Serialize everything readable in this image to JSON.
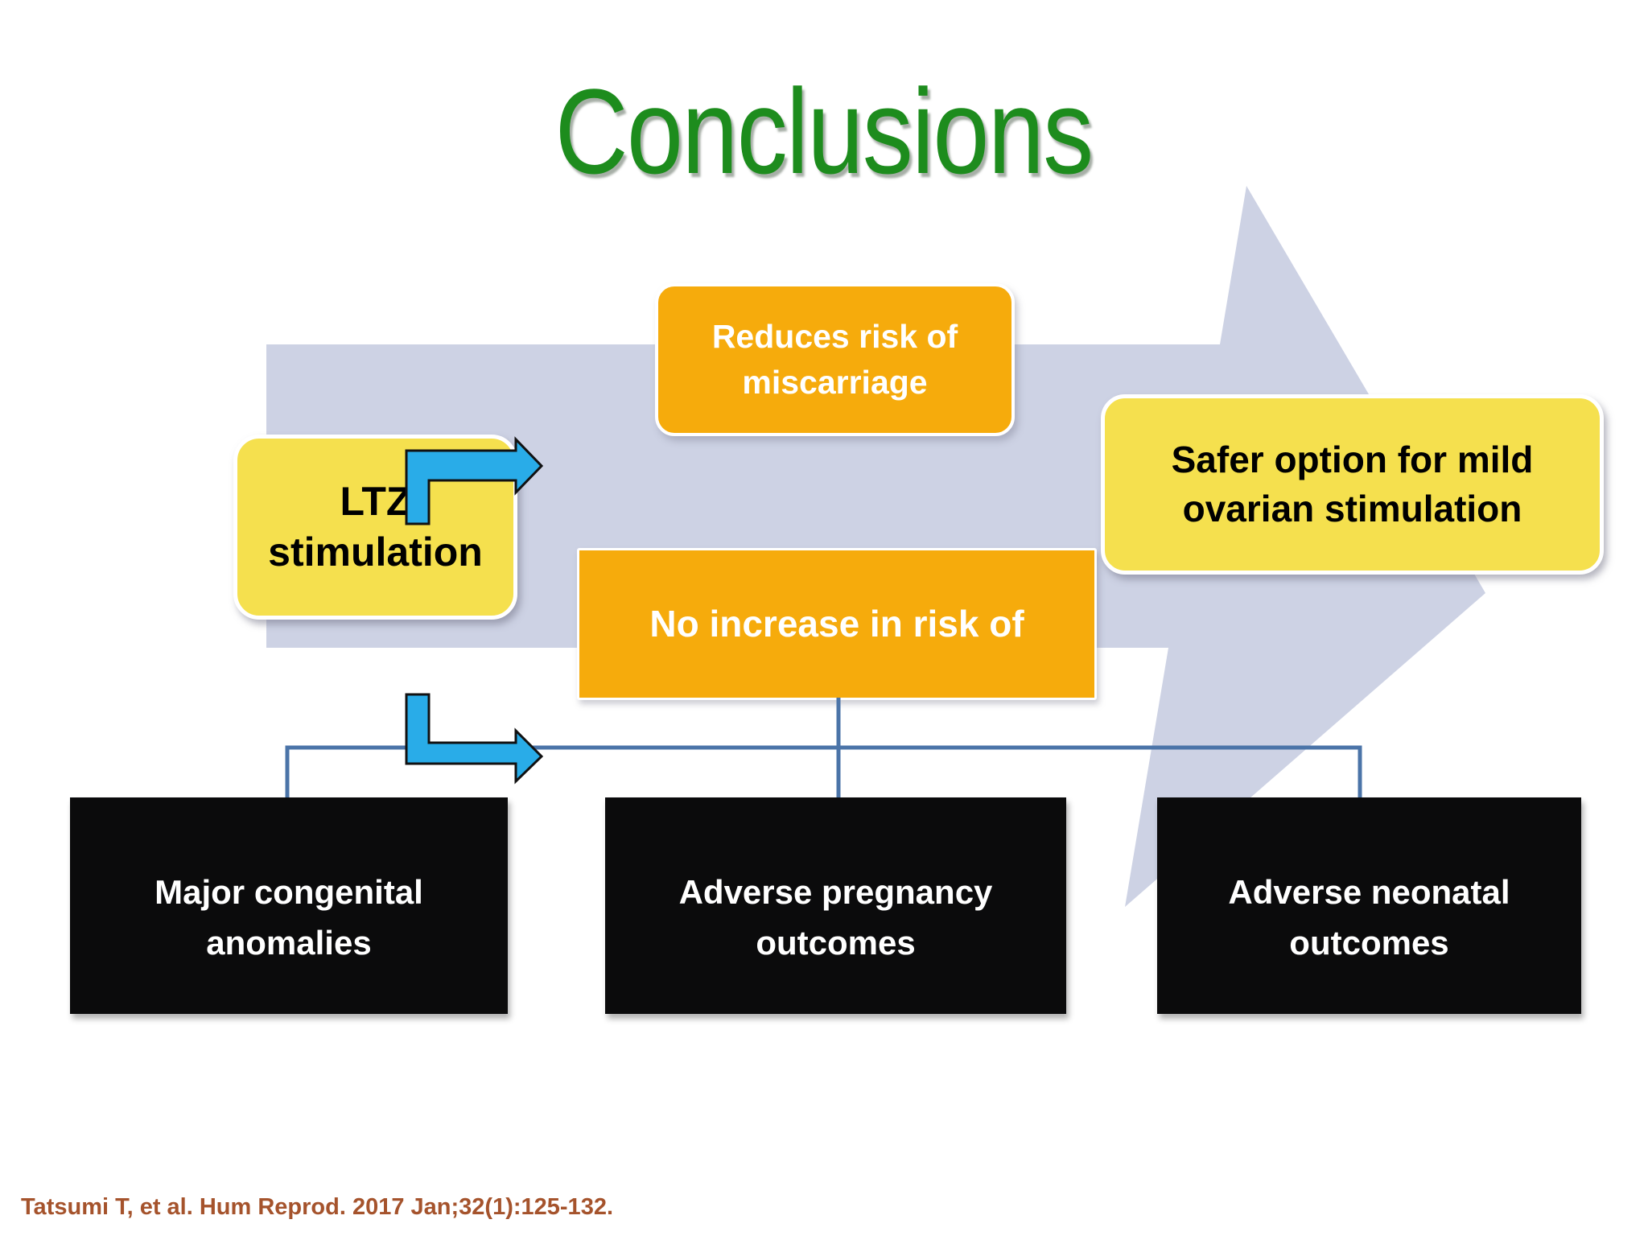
{
  "slide": {
    "title": "Conclusions",
    "citation": "Tatsumi T, et al. Hum Reprod. 2017 Jan;32(1):125-132."
  },
  "diagram": {
    "ltz": {
      "label": "LTZ\nstimulation"
    },
    "reduces": {
      "label": "Reduces risk of\nmiscarriage"
    },
    "no_increase": {
      "label": "No increase in risk of"
    },
    "safer": {
      "label": "Safer option for mild\novarian stimulation"
    },
    "outcomes": [
      {
        "label": "Major congenital\nanomalies"
      },
      {
        "label": "Adverse pregnancy\noutcomes"
      },
      {
        "label": "Adverse neonatal\noutcomes"
      }
    ]
  },
  "colors": {
    "title_green": "#1d8c1d",
    "arrow_fill": "#cdd2e4",
    "yellow_box": "#f5e04e",
    "orange_box": "#f6ab0c",
    "black_box": "#0b0b0c",
    "cyan_arrow": "#29ace8",
    "arrow_outline": "#111111",
    "connector_blue": "#4b74a8",
    "citation_brown": "#a5532c"
  }
}
